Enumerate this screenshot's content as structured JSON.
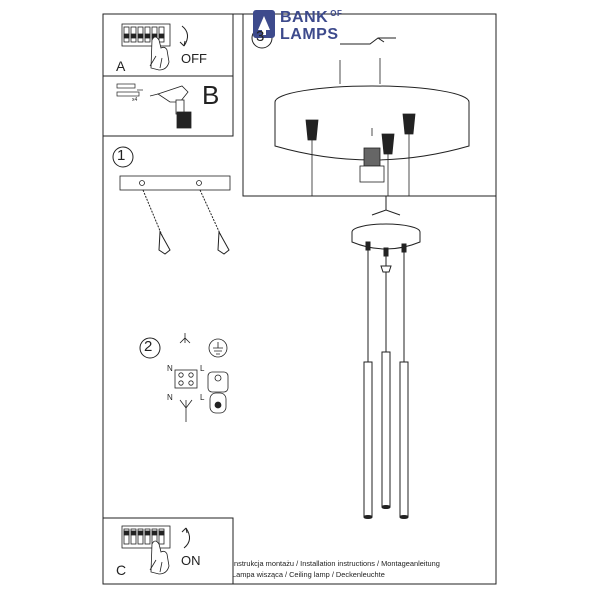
{
  "brand": {
    "line1": "BANK",
    "of": "OF",
    "line2": "LAMPS"
  },
  "panel_a": {
    "letter": "A",
    "action": "OFF"
  },
  "panel_b": {
    "letter": "B",
    "note": "x4"
  },
  "panel_c": {
    "letter": "C",
    "action": "ON"
  },
  "steps": {
    "one": "1",
    "two": "2",
    "three": "3"
  },
  "wiring": {
    "n_top": "N",
    "l_top": "L",
    "n_bottom": "N",
    "l_bottom": "L"
  },
  "footer": {
    "line1": "Instrukcja montażu / Installation instructions / Montageanleitung",
    "line2": "Lampa wisząca / Ceiling lamp / Deckenleuchte"
  }
}
